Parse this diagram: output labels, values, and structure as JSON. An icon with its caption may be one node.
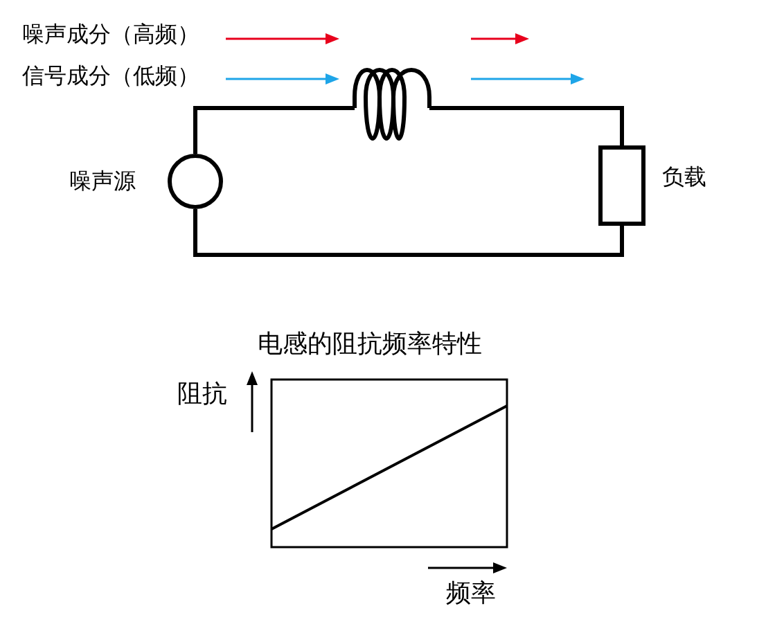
{
  "diagram": {
    "nodes": [
      {
        "text": [],
        "shape": "circle",
        "beside": [
          "噪声源"
        ]
      },
      {
        "text": [],
        "shape": "coil"
      },
      {
        "text": [],
        "shape": "box",
        "beside": [
          "负载"
        ]
      }
    ],
    "edges": [
      {
        "from": 0,
        "to": 1,
        "arrow": "none"
      },
      {
        "from": 1,
        "to": 2,
        "arrow": "none"
      },
      {
        "from": 2,
        "to": 0,
        "arrow": "none"
      }
    ],
    "labels": [
      "噪声成分（高频）",
      "信号成分（低频）",
      "电感的阻抗频率特性",
      "阻抗",
      "频率"
    ]
  }
}
